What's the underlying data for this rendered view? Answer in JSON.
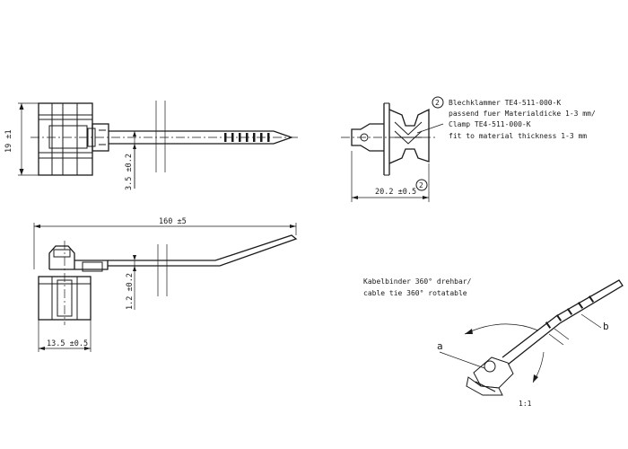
{
  "dimensions": {
    "height_19": "19 ±1",
    "pitch_3_5": "3.5 ±0.2",
    "length_160": "160 ±5",
    "thickness_1_2": "1.2 ±0.2",
    "width_13_5": "13.5 ±0.5",
    "width_20_2": "20.2 ±0.5"
  },
  "callouts": {
    "ref_number": "2",
    "clamp_line1": "Blechklammer TE4-511-000-K",
    "clamp_line2": "passend fuer Materialdicke 1-3 mm/",
    "clamp_line3": "Clamp TE4-511-000-K",
    "clamp_line4": "fit to material thickness 1-3 mm",
    "rotate_line1": "Kabelbinder 360° drehbar/",
    "rotate_line2": "cable tie 360° rotatable",
    "label_a": "a",
    "label_b": "b",
    "scale": "1:1"
  }
}
